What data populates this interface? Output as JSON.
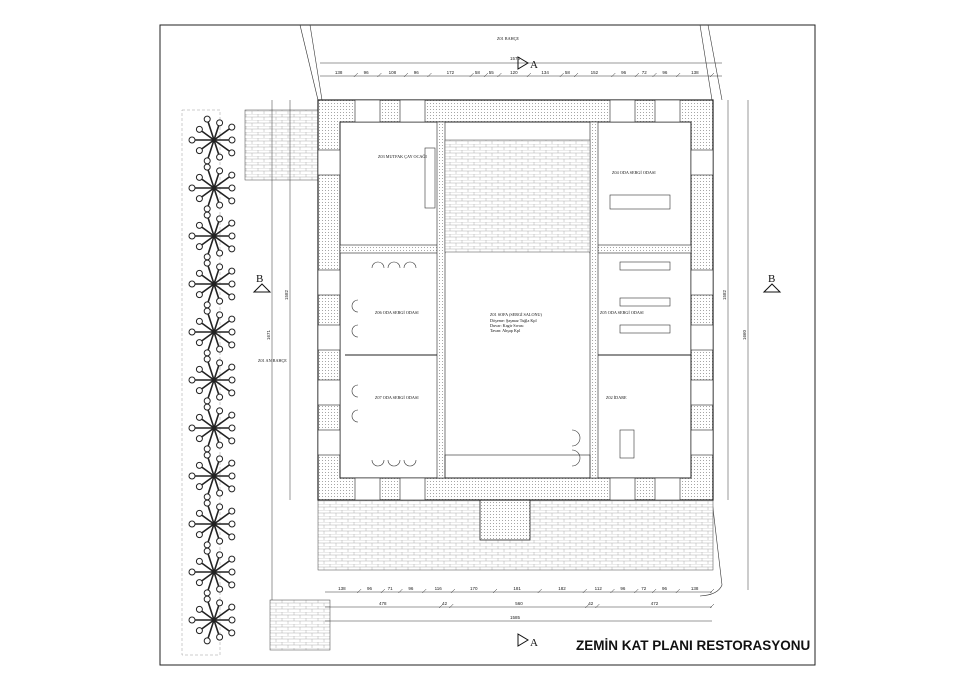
{
  "title": "ZEMİN KAT PLANI RESTORASYONU",
  "section_marks": {
    "a": "A",
    "b": "B"
  },
  "rooms": {
    "garden_top": "Z01 BAHÇE",
    "garden_left": "Z01 AN BAHÇE",
    "kitchen": "Z03 MUTFAK ÇAY OCAĞI",
    "sofa": "Z01 SOFA (SERGİ SALONU)",
    "room_z04": "Z04 ODA SERGİ ODASI",
    "room_z05": "Z05 ODA SERGİ ODASI",
    "room_z06": "Z06 ODA SERGİ ODASI",
    "room_z07": "Z07 ODA SERGİ ODASI",
    "office": "Z02 İDARE"
  },
  "finish_note": [
    "Döşeme: Şaşmaz Tuğla Kpl",
    "Duvar: Kagir Sıvası",
    "Tavan: Ahşap Kpl"
  ],
  "dimensions": {
    "top_total": "1570",
    "top_row": [
      "138",
      "96",
      "108",
      "96",
      "172",
      "58",
      "55",
      "120",
      "134",
      "58",
      "152",
      "96",
      "72",
      "96",
      "138"
    ],
    "bottom_row": [
      "138",
      "96",
      "71",
      "96",
      "116",
      "170",
      "181",
      "182",
      "112",
      "96",
      "72",
      "96",
      "138"
    ],
    "bottom_mid": [
      "478",
      "42",
      "560",
      "42",
      "472"
    ],
    "bottom_total": "1585",
    "left_total": "1671",
    "left_inner": "1582",
    "right_inner": "1582",
    "right_total": "1660"
  }
}
